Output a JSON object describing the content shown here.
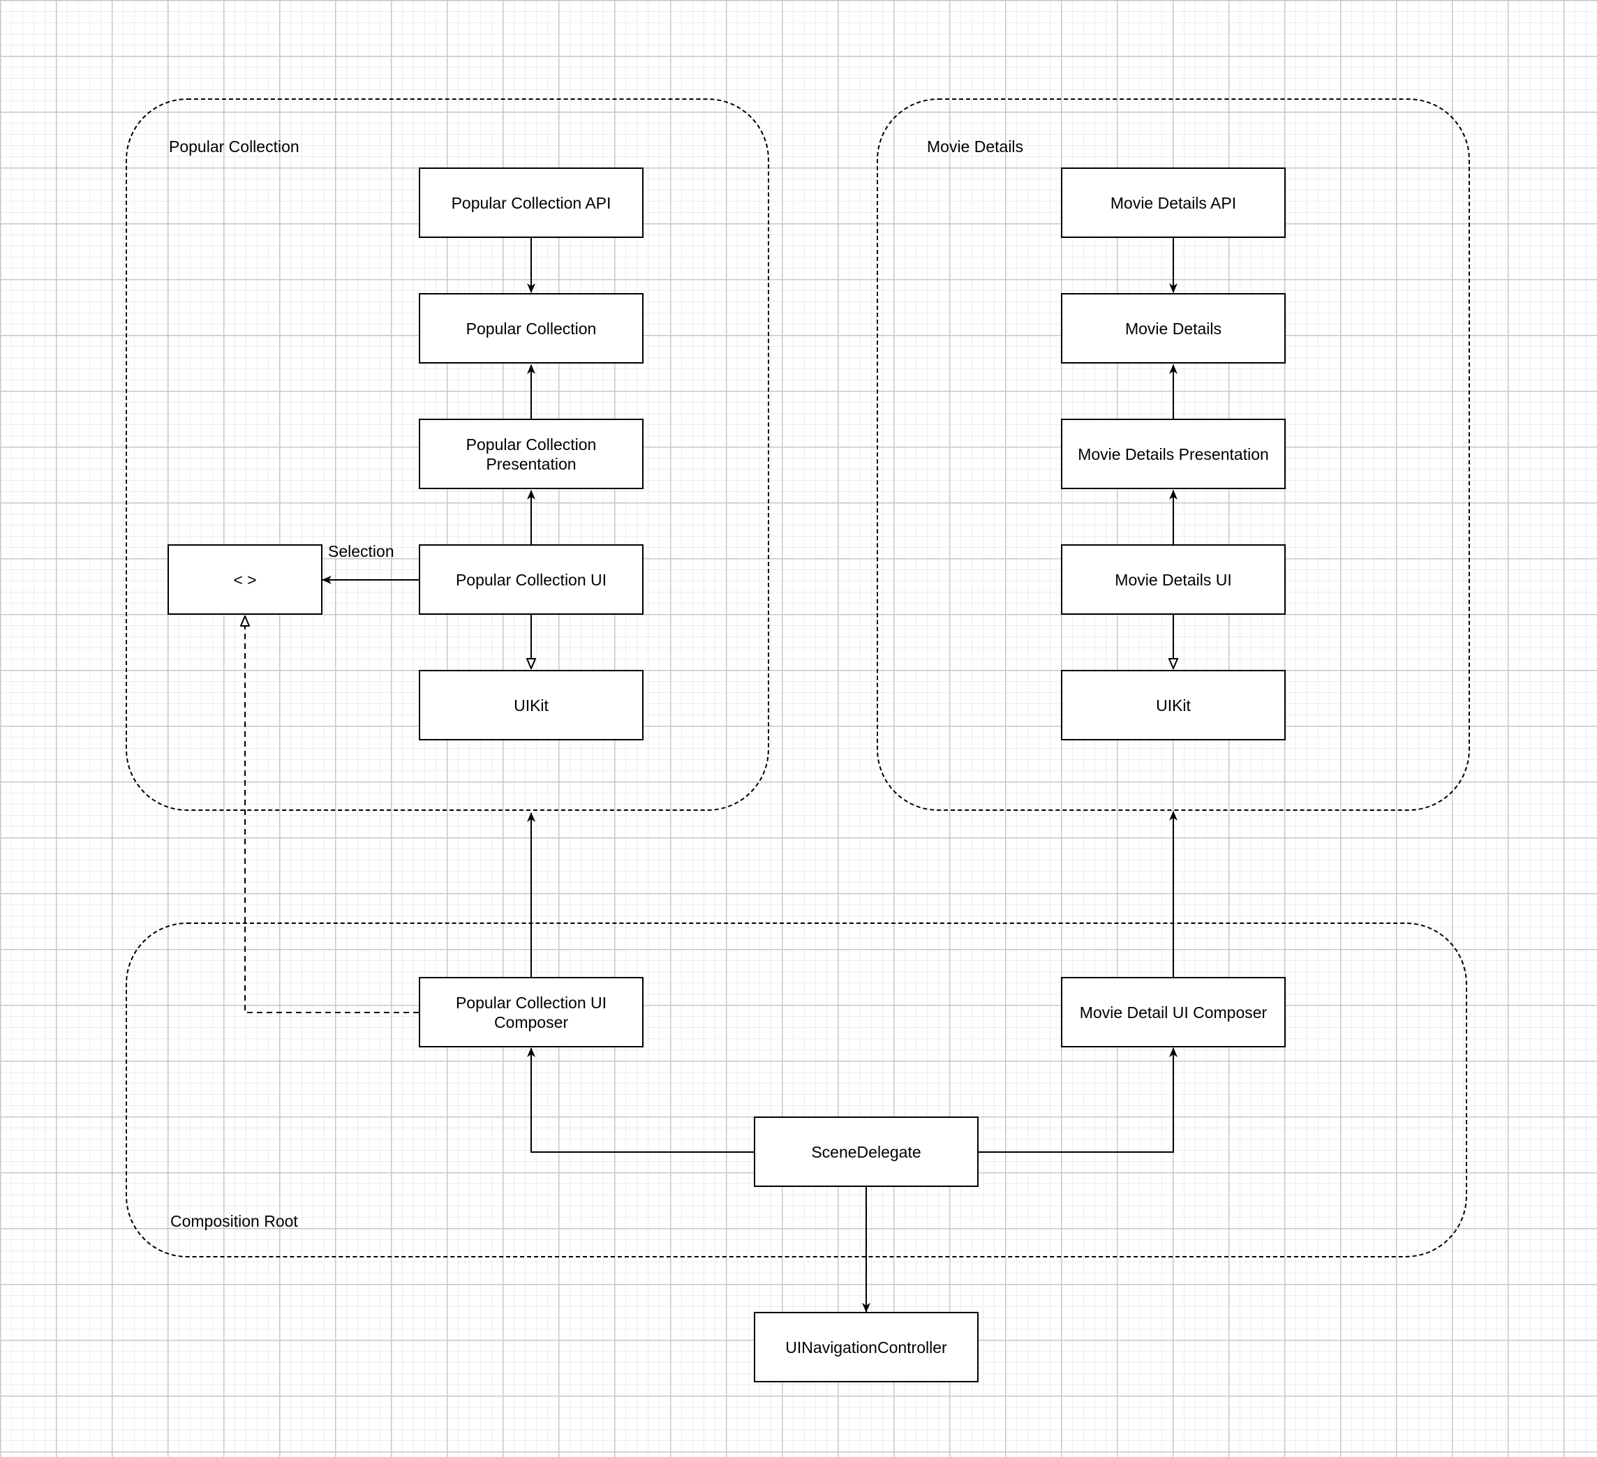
{
  "groups": {
    "popular": {
      "label": "Popular Collection"
    },
    "details": {
      "label": "Movie Details"
    },
    "root": {
      "label": "Composition Root"
    }
  },
  "nodes": {
    "pc_api": "Popular Collection API",
    "pc": "Popular Collection",
    "pc_presentation": "Popular Collection Presentation",
    "pc_ui": "Popular Collection UI",
    "pc_uikit": "UIKit",
    "selection_protocol": "< >",
    "md_api": "Movie Details API",
    "md": "Movie Details",
    "md_presentation": "Movie Details Presentation",
    "md_ui": "Movie Details UI",
    "md_uikit": "UIKit",
    "pc_composer": "Popular Collection UI Composer",
    "md_composer": "Movie Detail UI Composer",
    "scene_delegate": "SceneDelegate",
    "nav_controller": "UINavigationController"
  },
  "edge_labels": {
    "selection": "Selection"
  },
  "colors": {
    "line": "#000000",
    "background": "#ffffff",
    "grid_major": "#c7c7c7",
    "grid_minor": "#ececec"
  }
}
